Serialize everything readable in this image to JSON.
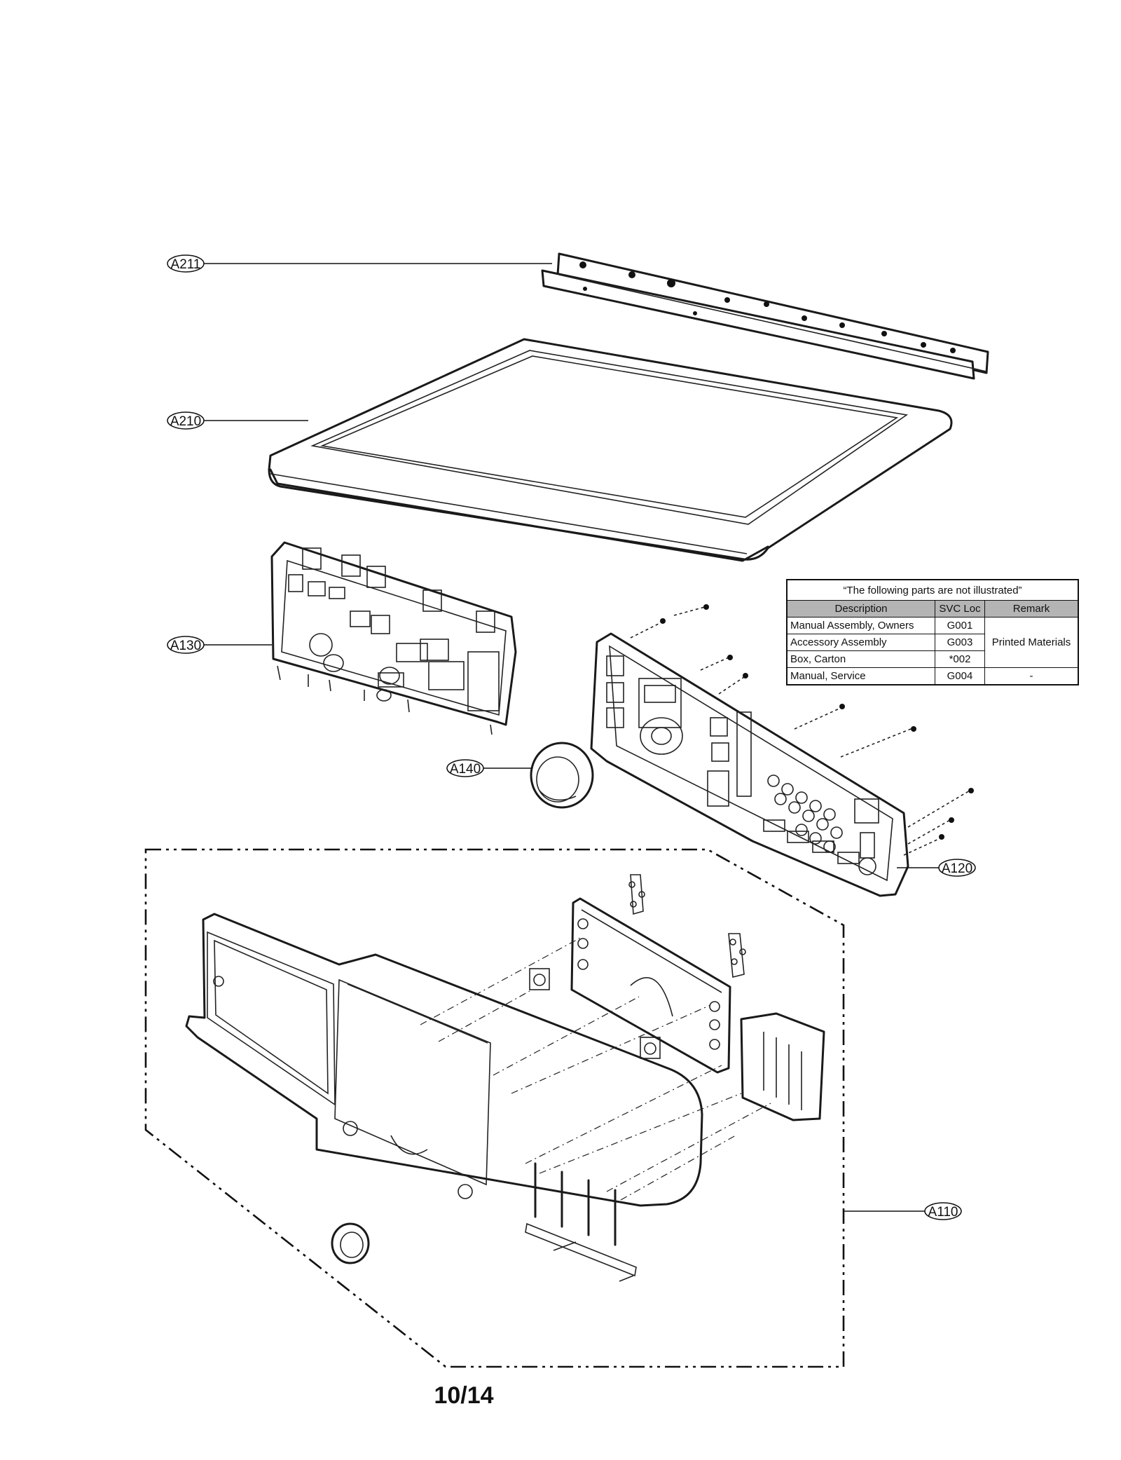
{
  "callouts": {
    "a211": "A211",
    "a210": "A210",
    "a130": "A130",
    "a140": "A140",
    "a120": "A120",
    "a110": "A110"
  },
  "notes_table": {
    "caption": "“The following parts are not illustrated”",
    "headers": [
      "Description",
      "SVC Loc",
      "Remark"
    ],
    "rows": [
      {
        "description": "Manual Assembly, Owners",
        "svc_loc": "G001"
      },
      {
        "description": "Accessory Assembly",
        "svc_loc": "G003"
      },
      {
        "description": "Box, Carton",
        "svc_loc": "*002"
      },
      {
        "description": "Manual, Service",
        "svc_loc": "G004",
        "remark": "-"
      }
    ],
    "merged_remark": "Printed Materials"
  },
  "page_number": "10/14"
}
